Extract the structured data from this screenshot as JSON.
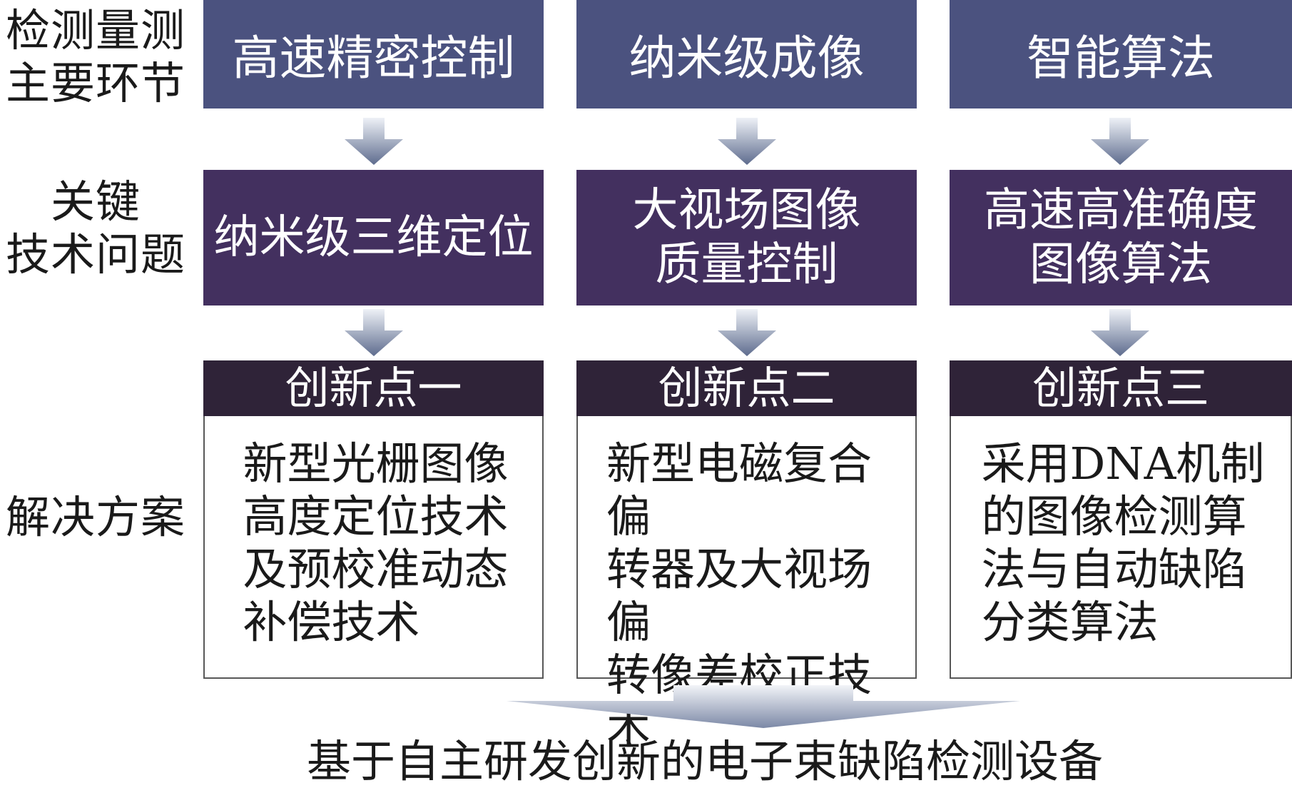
{
  "row_labels": {
    "stages": "检测量测\n主要环节",
    "key_issues": "关键\n技术问题",
    "solutions": "解决方案"
  },
  "stages": [
    "高速精密控制",
    "纳米级成像",
    "智能算法"
  ],
  "key_issues": [
    "纳米级三维定位",
    "大视场图像\n质量控制",
    "高速高准确度\n图像算法"
  ],
  "innovations": [
    {
      "title": "创新点一",
      "body": "新型光栅图像\n高度定位技术\n及预校准动态\n补偿技术"
    },
    {
      "title": "创新点二",
      "body": "新型电磁复合偏\n转器及大视场偏\n转像差校正技术"
    },
    {
      "title": "创新点三",
      "body": "采用DNA机制\n的图像检测算\n法与自动缺陷\n分类算法"
    }
  ],
  "result": "基于自主研发创新的电子束缺陷检测设备",
  "colors": {
    "stage_box": "#4b527f",
    "key_box": "#43305f",
    "innovation_header": "#2f2338",
    "arrow_light": "#eef1f7",
    "arrow_dark": "#5e6c8e"
  },
  "icons": [
    "down-arrow-icon",
    "wide-down-arrow-icon"
  ]
}
